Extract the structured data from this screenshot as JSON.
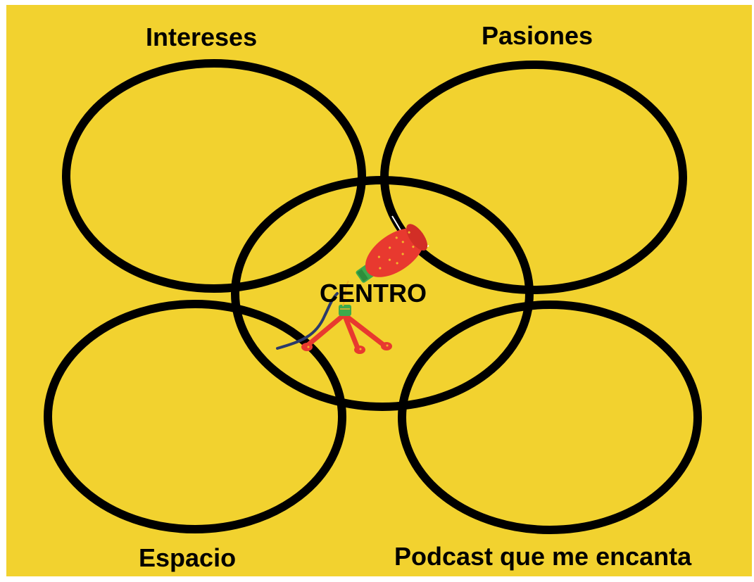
{
  "diagram": {
    "background_color": "#F2D22F",
    "ring_color": "#000000",
    "labels": {
      "top_left": "Intereses",
      "top_right": "Pasiones",
      "bottom_left": "Espacio",
      "bottom_right": "Podcast que me encanta",
      "center": "CENTRO"
    },
    "illustration": {
      "icon": "microphone-on-tripod-icon",
      "colors": {
        "head": "#E8392F",
        "grille_dots": "#F2B42B",
        "collar": "#3DAA4B",
        "cable": "#2B3A6B",
        "legs": "#E8392F"
      }
    }
  }
}
